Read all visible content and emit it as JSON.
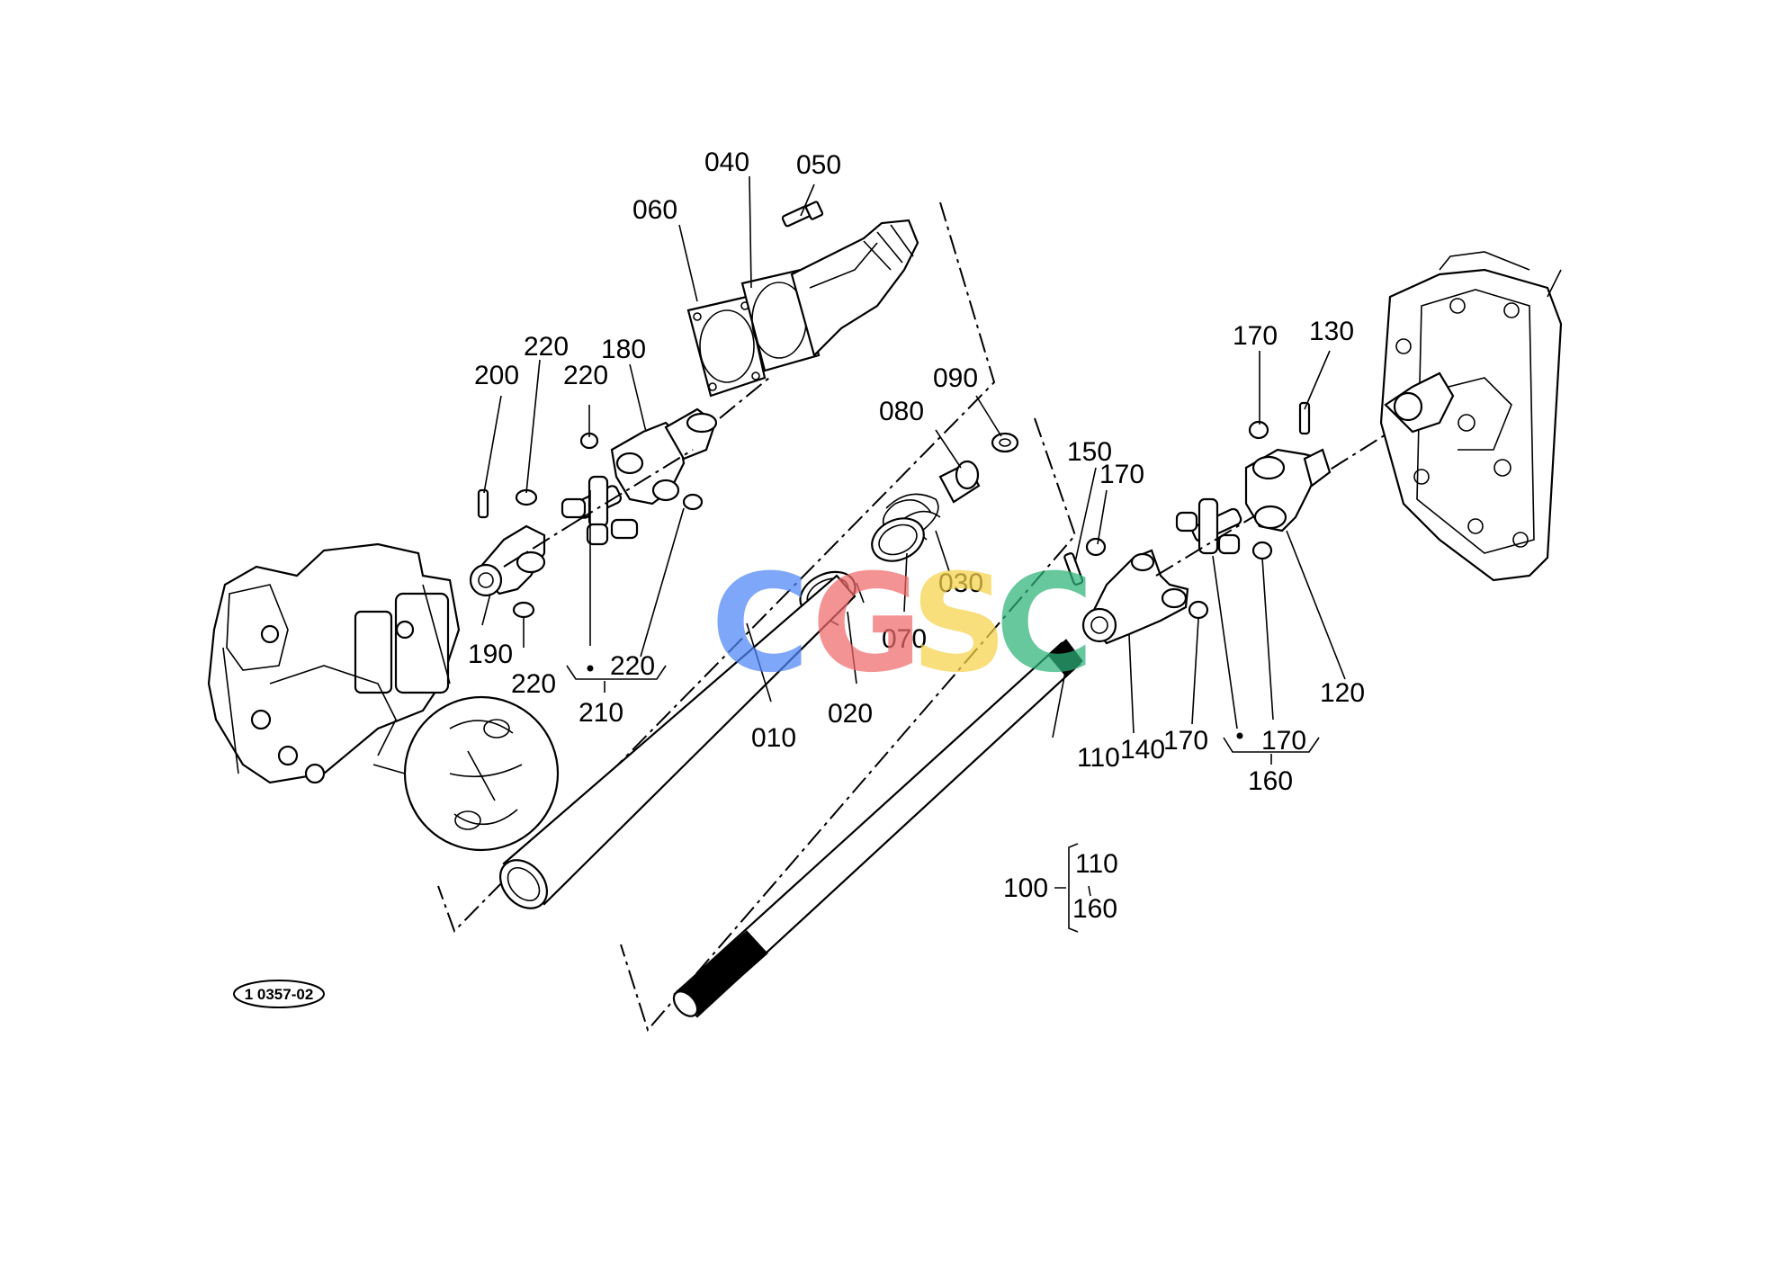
{
  "diagram": {
    "code": "1 0357-02",
    "watermark": [
      "C",
      "G",
      "S",
      "C"
    ],
    "watermark_colors": [
      "#4f86f7",
      "#f06a6a",
      "#f7d24a",
      "#2db37a"
    ],
    "part_labels": [
      "040",
      "050",
      "060",
      "220",
      "180",
      "200",
      "220",
      "090",
      "080",
      "150",
      "170",
      "170",
      "130",
      "030",
      "070",
      "190",
      "220",
      "220",
      "210",
      "010",
      "020",
      "110",
      "140",
      "170",
      "170",
      "160",
      "120"
    ],
    "assembly_legend": {
      "parent": "100",
      "children": [
        "110",
        "160"
      ]
    }
  }
}
